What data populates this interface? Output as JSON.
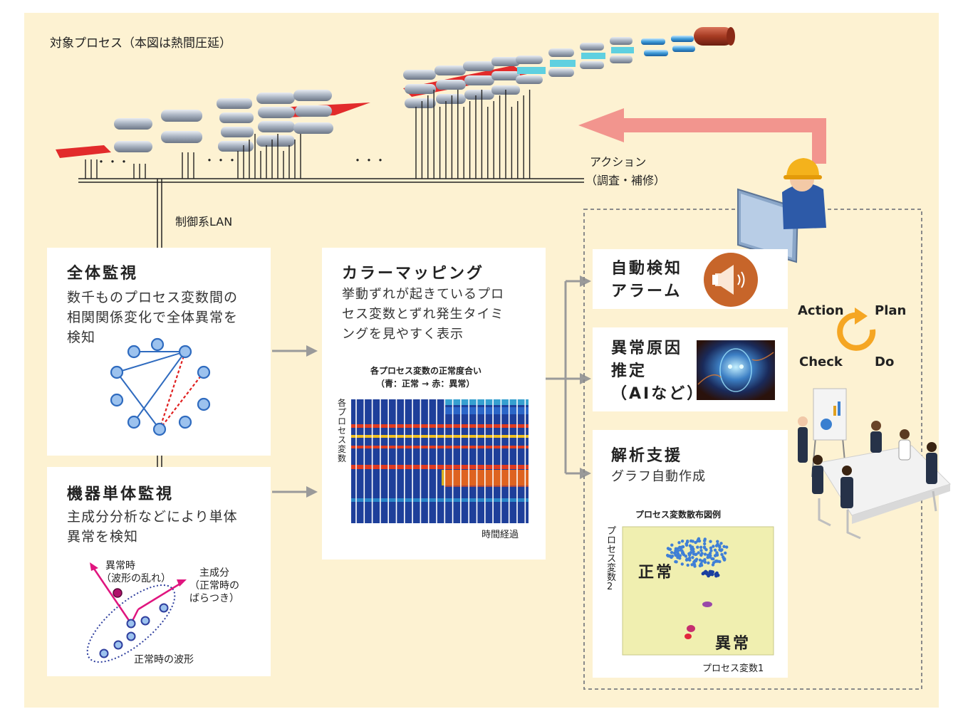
{
  "process": {
    "title": "対象プロセス（本図は熱間圧延）",
    "dots": "・・・",
    "action_label": "アクション",
    "action_sub": "（調査・補修）",
    "lan_label": "制御系LAN"
  },
  "overall": {
    "title": "全体監視",
    "desc": [
      "数千ものプロセス変数間の",
      "相関関係変化で全体異常を",
      "検知"
    ]
  },
  "unit": {
    "title": "機器単体監視",
    "desc": [
      "主成分分析などにより単体",
      "異常を検知"
    ],
    "anomaly_label": [
      "異常時",
      "（波形の乱れ）"
    ],
    "pc_label": [
      "主成分",
      "（正常時の",
      "ばらつき）"
    ],
    "normal_label": "正常時の波形"
  },
  "colormap": {
    "title": "カラーマッピング",
    "desc": [
      "挙動ずれが起きているプロ",
      "セス変数とずれ発生タイミ",
      "ングを見やすく表示"
    ],
    "chart_title": "各プロセス変数の正常度合い",
    "chart_subtitle": "（青：正常 → 赤：異常）",
    "ylabel": "各プロセス変数",
    "xlabel": "時間経過"
  },
  "alarm": {
    "title": [
      "自動検知",
      "アラーム"
    ]
  },
  "cause": {
    "title": [
      "異常原因",
      "推定",
      "（AIなど）"
    ]
  },
  "analysis": {
    "title": "解析支援",
    "desc": "グラフ自動作成",
    "scatter_title": "プロセス変数散布図例",
    "normal": "正常",
    "abnormal": "異常",
    "xlabel": "プロセス変数1",
    "ylabel": "プロセス変数2"
  },
  "pdca": {
    "action": "Action",
    "plan": "Plan",
    "check": "Check",
    "do": "Do"
  },
  "colors": {
    "background": "#fdf2d2",
    "arrow_gray": "#9a9a9a",
    "action_arrow": "#f2958e",
    "node_blue": "#2f6bbf",
    "dashed_red": "#e02020",
    "pc_magenta": "#e0157f",
    "pdca_orange": "#f5a623"
  }
}
